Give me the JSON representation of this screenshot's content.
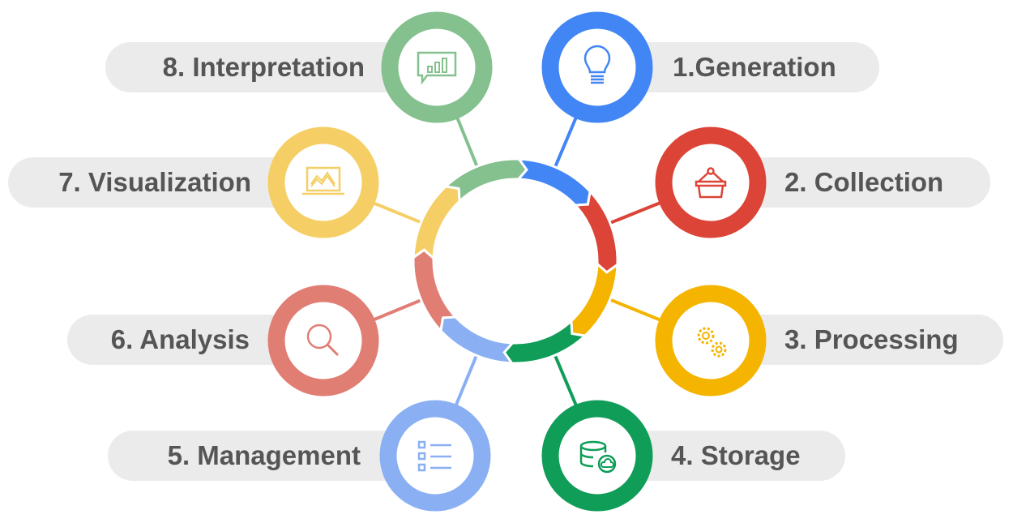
{
  "stages": [
    {
      "label": "1.Generation",
      "color": "#4285F4",
      "icon": "lightbulb-icon"
    },
    {
      "label": "2. Collection",
      "color": "#DB4437",
      "icon": "basket-icon"
    },
    {
      "label": "3. Processing",
      "color": "#F4B400",
      "icon": "gears-icon"
    },
    {
      "label": "4. Storage",
      "color": "#0F9D58",
      "icon": "database-cloud-icon"
    },
    {
      "label": "5. Management",
      "color": "#8AB0F3",
      "icon": "checklist-icon"
    },
    {
      "label": "6. Analysis",
      "color": "#E07E74",
      "icon": "magnifier-icon"
    },
    {
      "label": "7. Visualization",
      "color": "#F5CF66",
      "icon": "laptop-chart-icon"
    },
    {
      "label": "8. Interpretation",
      "color": "#85C08F",
      "icon": "bar-chart-bubble-icon"
    }
  ]
}
